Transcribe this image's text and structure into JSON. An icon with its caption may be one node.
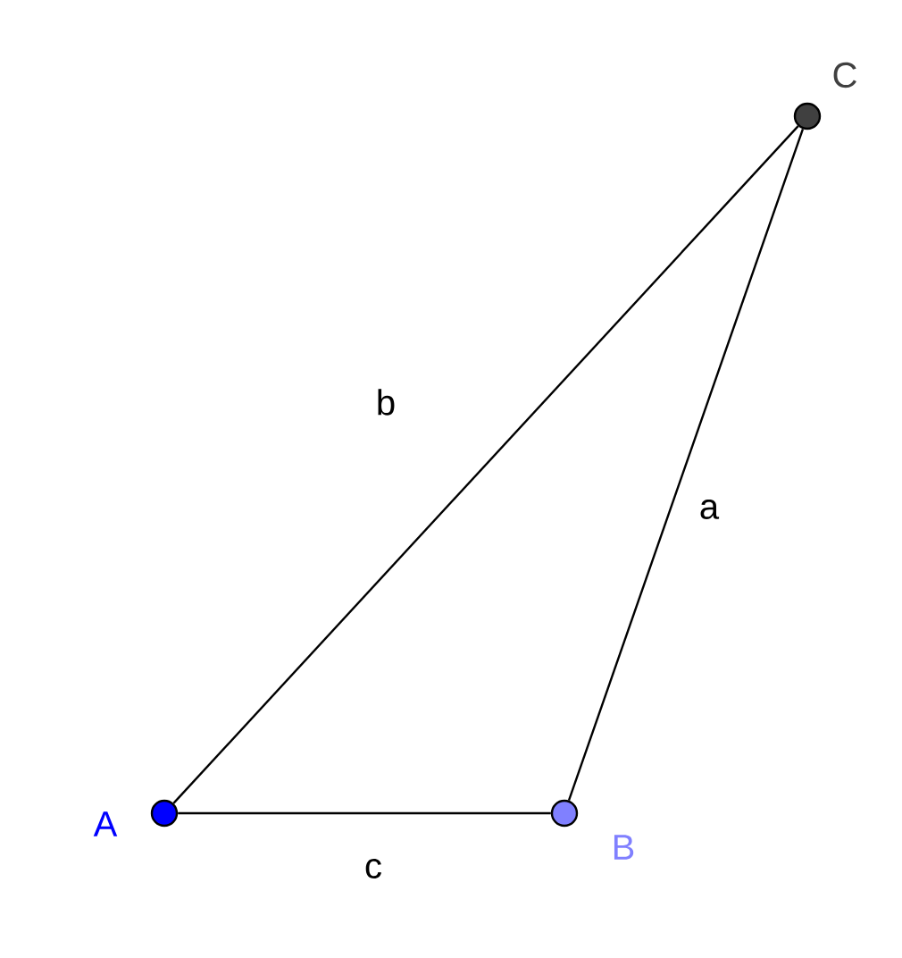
{
  "diagram": {
    "nodes": [
      {
        "text": [],
        "shape": "circle",
        "beside": [
          "A"
        ]
      },
      {
        "text": [],
        "shape": "circle",
        "beside": [
          "B"
        ]
      },
      {
        "text": [],
        "shape": "circle",
        "beside": [
          "C"
        ]
      }
    ],
    "edges": [
      {
        "from": 0,
        "to": 1,
        "arrow": "none",
        "label": "c"
      },
      {
        "from": 0,
        "to": 2,
        "arrow": "none",
        "label": "b"
      },
      {
        "from": 1,
        "to": 2,
        "arrow": "none",
        "label": "a"
      }
    ]
  }
}
